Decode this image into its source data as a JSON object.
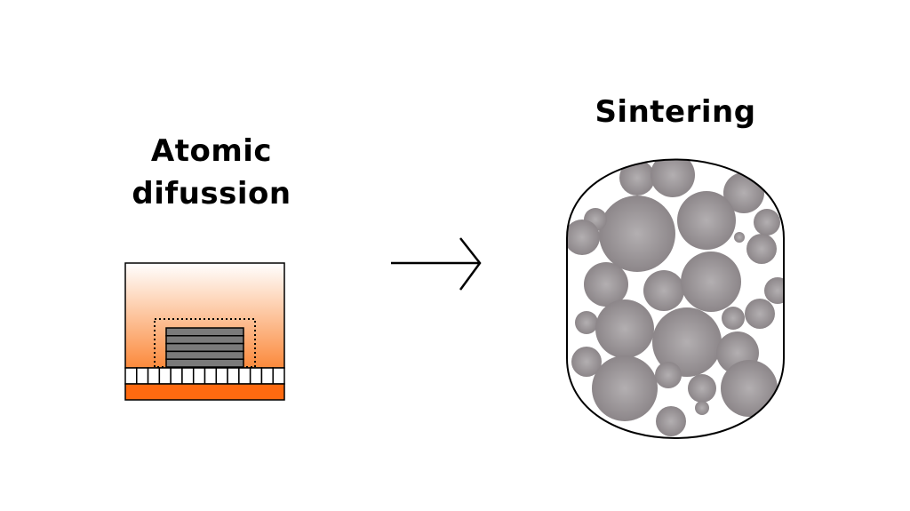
{
  "left": {
    "title_line1": "Atomic",
    "title_line2": "difussion"
  },
  "right": {
    "title": "Sintering"
  },
  "colors": {
    "orange": "#ff6600",
    "particle": "#8f8a8d",
    "stack": "#7a7a7a"
  },
  "tile_count": 14,
  "stack_layers": 5
}
